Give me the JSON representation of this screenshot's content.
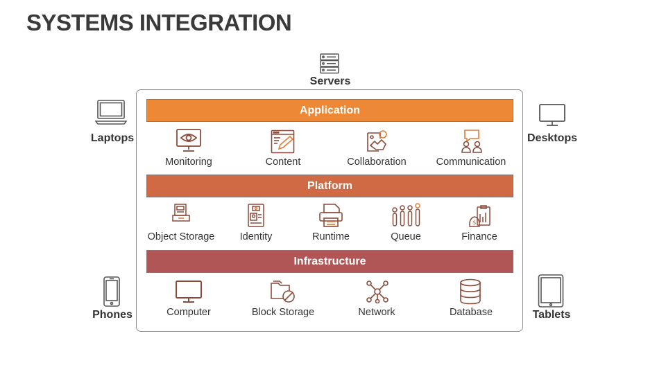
{
  "title": "SYSTEMS INTEGRATION",
  "colors": {
    "application": "#ED8936",
    "platform": "#D06A45",
    "infrastructure": "#B05656",
    "icon_stroke": "#8B4A3A",
    "icon_accent": "#E07B39"
  },
  "devices": {
    "servers": {
      "label": "Servers",
      "icon": "server-icon"
    },
    "laptops": {
      "label": "Laptops",
      "icon": "laptop-icon"
    },
    "desktops": {
      "label": "Desktops",
      "icon": "desktop-icon"
    },
    "phones": {
      "label": "Phones",
      "icon": "phone-icon"
    },
    "tablets": {
      "label": "Tablets",
      "icon": "tablet-icon"
    }
  },
  "application": {
    "label": "Application",
    "items": [
      {
        "label": "Monitoring",
        "icon": "eye-monitor-icon"
      },
      {
        "label": "Content",
        "icon": "content-edit-icon"
      },
      {
        "label": "Collaboration",
        "icon": "collaboration-icon"
      },
      {
        "label": "Communication",
        "icon": "communication-icon"
      }
    ]
  },
  "platform": {
    "label": "Platform",
    "items": [
      {
        "label": "Object Storage",
        "icon": "object-storage-icon"
      },
      {
        "label": "Identity",
        "icon": "identity-icon"
      },
      {
        "label": "Runtime",
        "icon": "runtime-icon"
      },
      {
        "label": "Queue",
        "icon": "queue-icon"
      },
      {
        "label": "Finance",
        "icon": "finance-icon"
      }
    ]
  },
  "infrastructure": {
    "label": "Infrastructure",
    "items": [
      {
        "label": "Computer",
        "icon": "computer-icon"
      },
      {
        "label": "Block Storage",
        "icon": "block-storage-icon"
      },
      {
        "label": "Network",
        "icon": "network-icon"
      },
      {
        "label": "Database",
        "icon": "database-icon"
      }
    ]
  }
}
